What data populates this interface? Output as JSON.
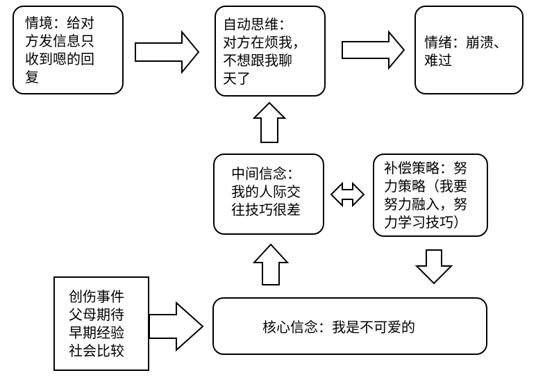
{
  "diagram": {
    "situation": "情境：给对\n方发信息只\n收到嗯的回\n复",
    "automatic_thought": "自动思维：\n对方在烦我，\n不想跟我聊\n天了",
    "emotion": "情绪：崩溃、\n难过",
    "intermediate_belief": "中间信念：\n我的人际交\n往技巧很差",
    "compensatory_strategy": "补偿策略：努\n力策略（我要\n努力融入，努\n力学习技巧）",
    "core_belief": "核心信念：我是不可爱的",
    "origins": "创伤事件\n父母期待\n早期经验\n社会比较"
  },
  "colors": {
    "stroke": "#000000",
    "fill": "#ffffff",
    "text": "#000000"
  }
}
